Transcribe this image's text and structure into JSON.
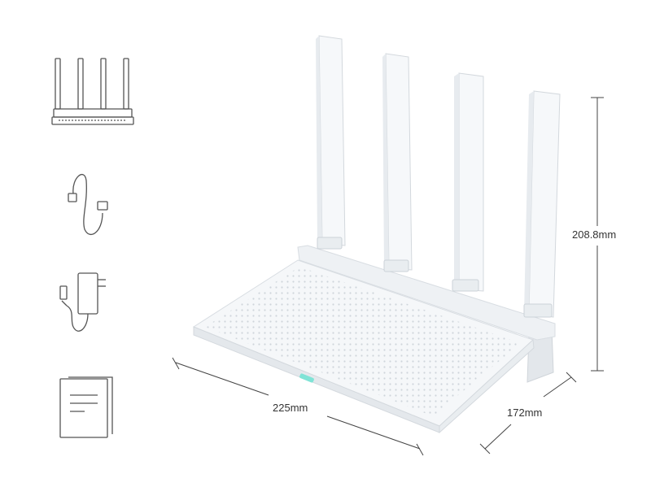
{
  "dimensions": {
    "height": "208.8mm",
    "width": "225mm",
    "depth": "172mm"
  },
  "colors": {
    "background": "#ffffff",
    "device_body": "#f4f6f8",
    "device_shadow": "#dfe3e7",
    "icon_stroke": "#555555",
    "dimension_line": "#444444",
    "status_led": "#7fe3d6"
  },
  "package_contents_icons": [
    "router-icon",
    "ethernet-cable-icon",
    "power-adapter-icon",
    "manual-icon"
  ]
}
